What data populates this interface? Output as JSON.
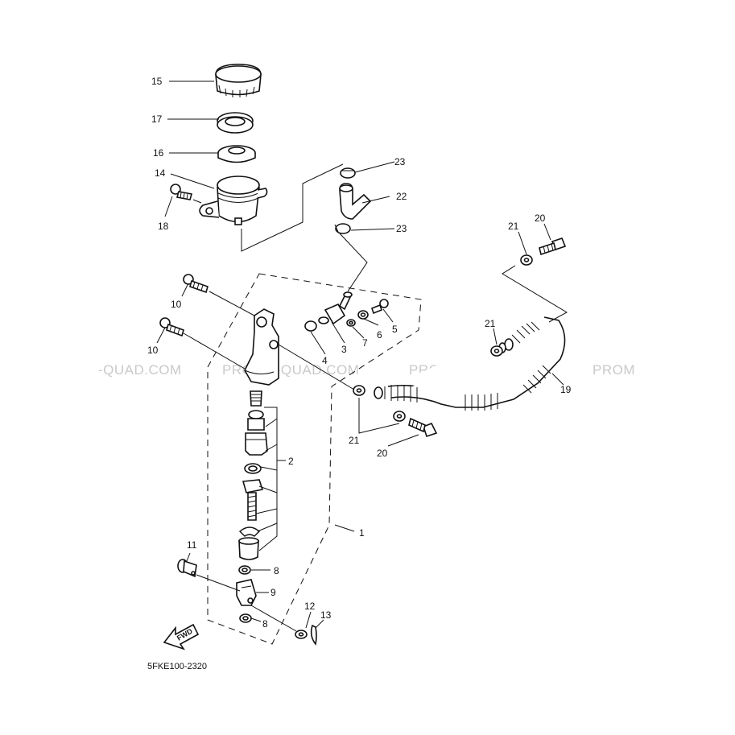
{
  "diagram_code": "5FKE100-2320",
  "watermark": {
    "segments": [
      "-QUAD.COM",
      "PROMO-QUAD.COM",
      "PROMO-QUAD.COM",
      "PROM"
    ]
  },
  "fwd_label": "FWD",
  "callouts": {
    "c1": "1",
    "c2": "2",
    "c3": "3",
    "c4": "4",
    "c5": "5",
    "c6": "6",
    "c7": "7",
    "c8a": "8",
    "c8b": "8",
    "c9": "9",
    "c10a": "10",
    "c10b": "10",
    "c11": "11",
    "c12": "12",
    "c13": "13",
    "c14": "14",
    "c15": "15",
    "c16": "16",
    "c17": "17",
    "c18": "18",
    "c19": "19",
    "c20a": "20",
    "c20b": "20",
    "c21a": "21",
    "c21b": "21",
    "c21c": "21",
    "c22": "22",
    "c23a": "23",
    "c23b": "23"
  }
}
